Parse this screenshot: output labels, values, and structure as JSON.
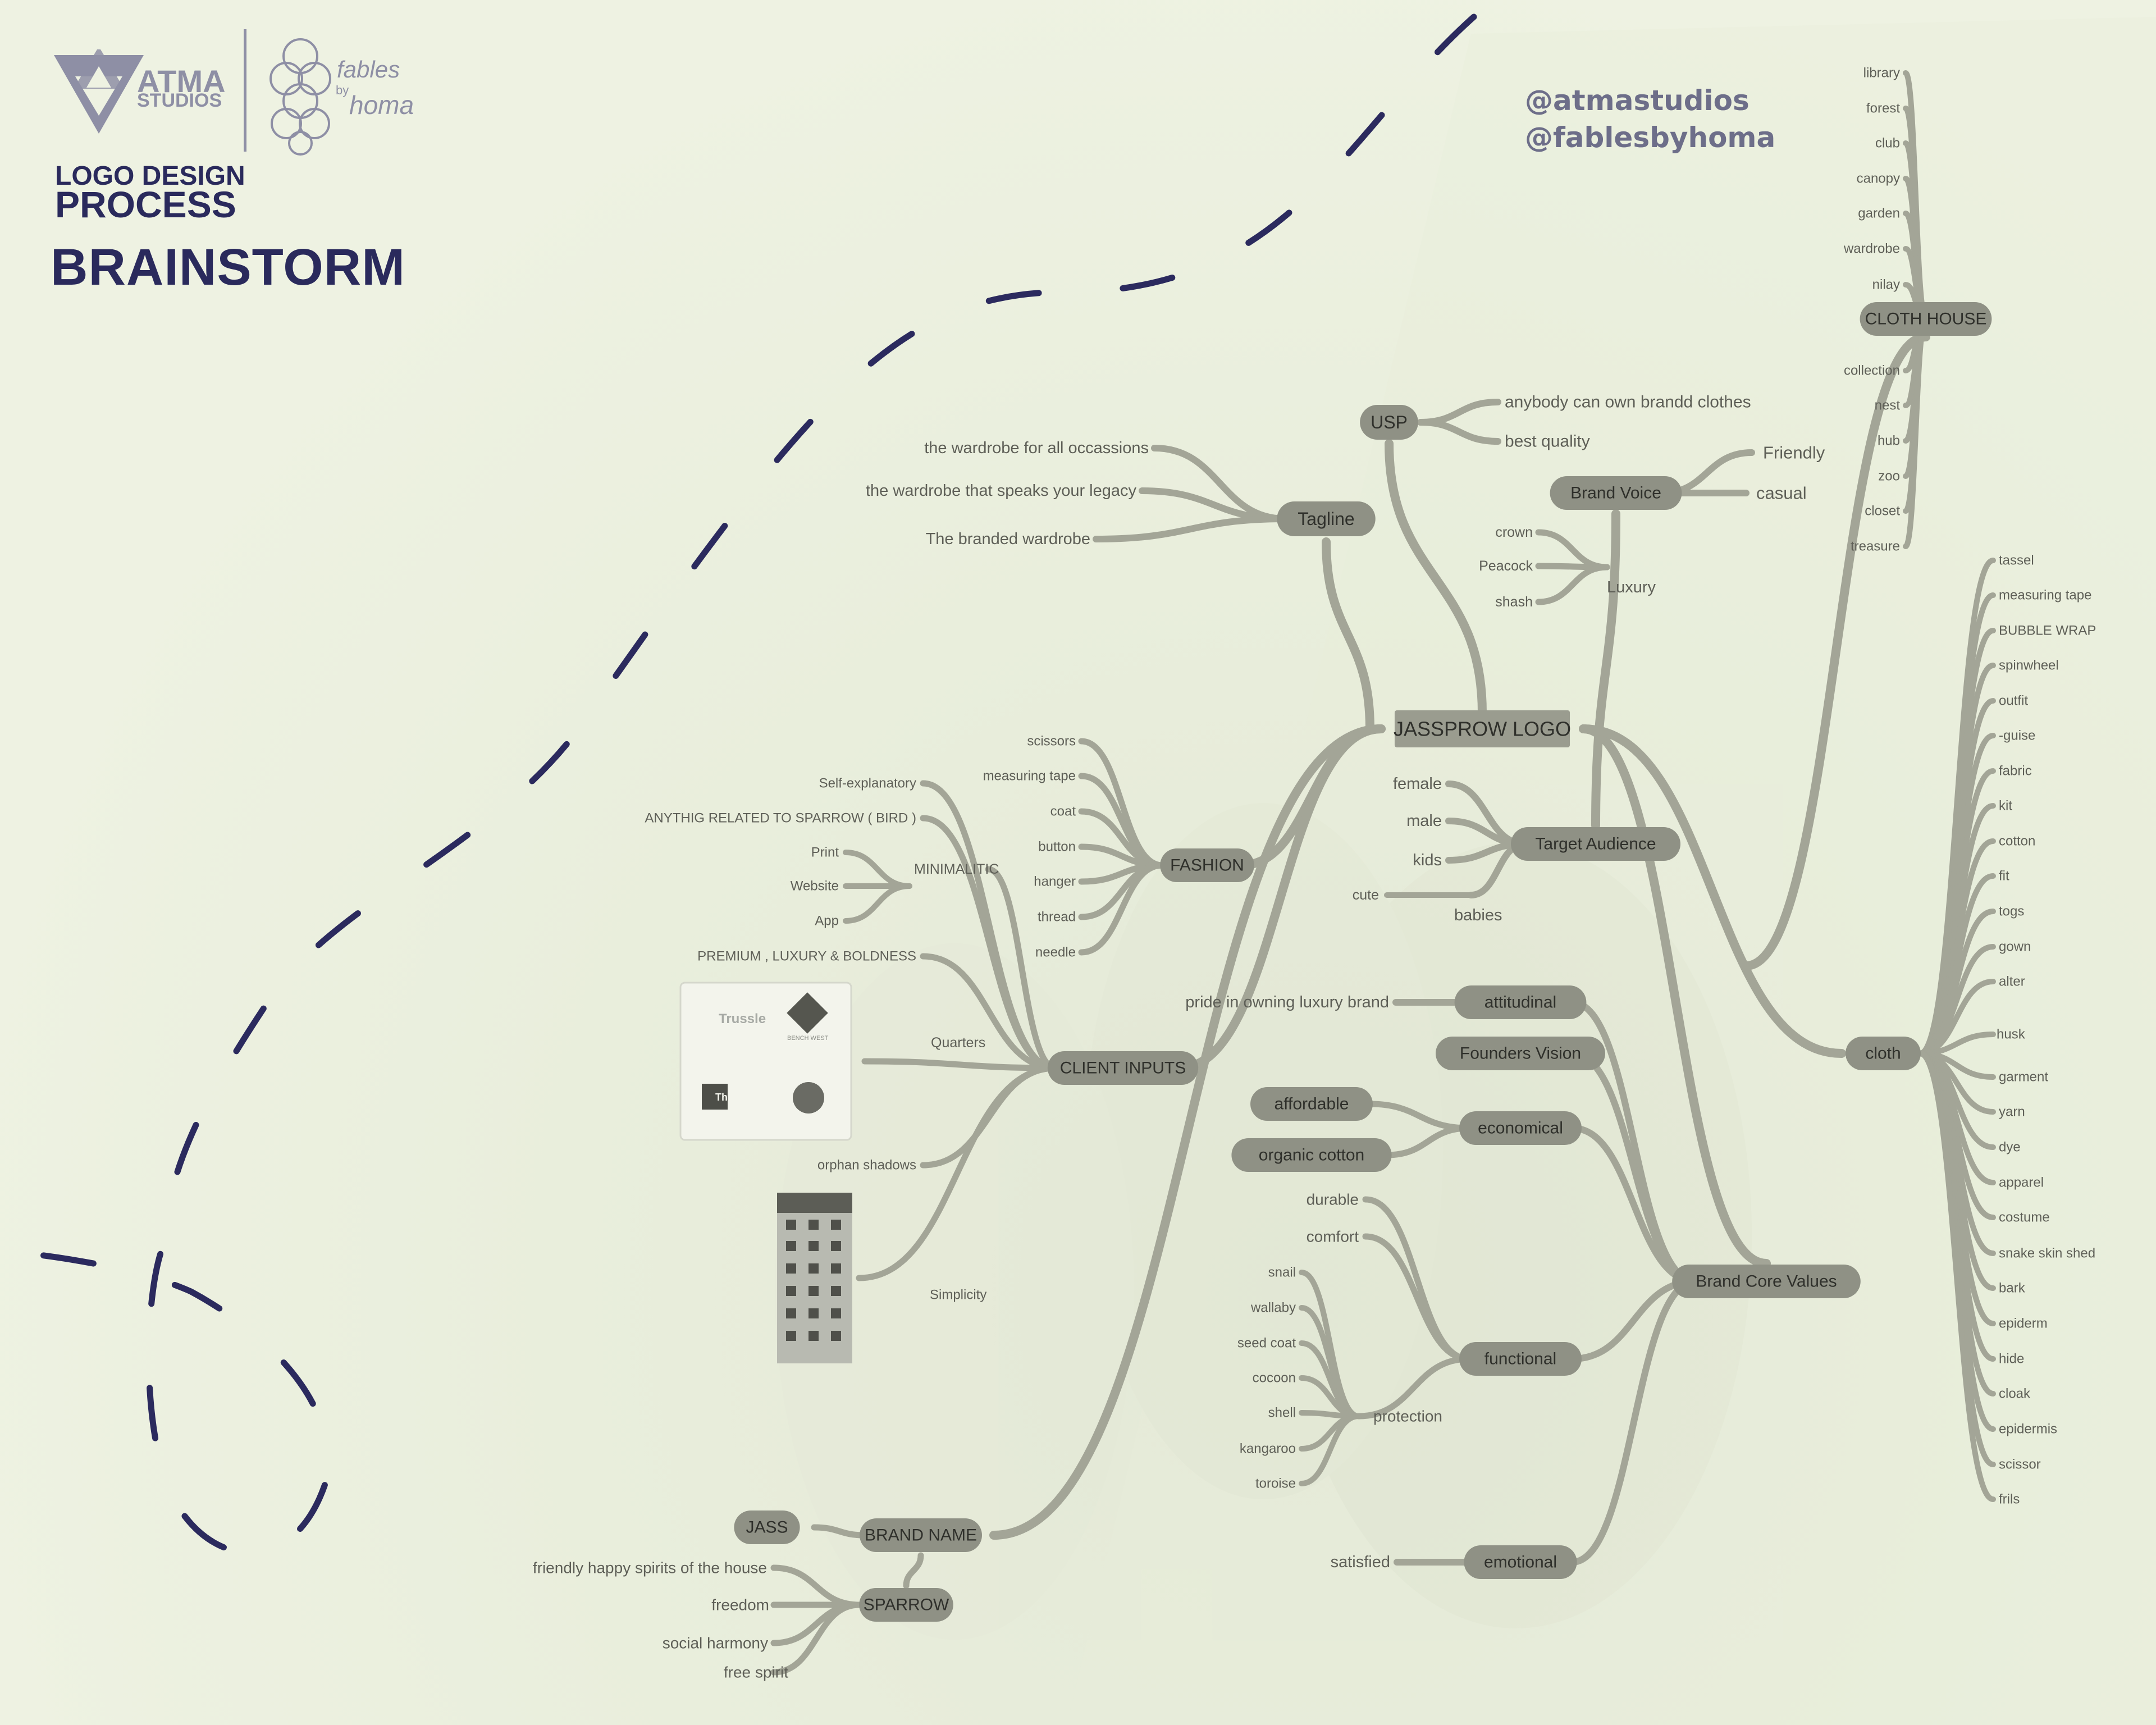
{
  "header": {
    "logo_line1": "ATMA",
    "logo_line2": "STUDIOS",
    "partner_line1": "fables",
    "partner_line2": "by",
    "partner_line3": "homa",
    "subtitle": "LOGO DESIGN",
    "subtitle2": "PROCESS",
    "title": "BRAINSTORM"
  },
  "handles": [
    "@atmastudios",
    "@fablesbyhoma"
  ],
  "colors": {
    "branch": "#a3a597",
    "pill": "#8f9185",
    "pill_text": "#2f302b",
    "label": "#5e5f57",
    "accent_dash": "#2b2a5e"
  },
  "nodes": [
    {
      "id": "root",
      "label": "JASSPROW LOGO",
      "kind": "box"
    },
    {
      "id": "usp",
      "label": "USP",
      "kind": "pill"
    },
    {
      "id": "usp1",
      "label": "anybody can own brandd clothes",
      "kind": "text"
    },
    {
      "id": "usp2",
      "label": "best quality",
      "kind": "text"
    },
    {
      "id": "tagline",
      "label": "Tagline",
      "kind": "pill"
    },
    {
      "id": "tag1",
      "label": "the wardrobe for all occassions",
      "kind": "text"
    },
    {
      "id": "tag2",
      "label": "the wardrobe that speaks your legacy",
      "kind": "text"
    },
    {
      "id": "tag3",
      "label": "The branded wardrobe",
      "kind": "text"
    },
    {
      "id": "voice",
      "label": "Brand Voice",
      "kind": "pill"
    },
    {
      "id": "voice1",
      "label": "Friendly",
      "kind": "text"
    },
    {
      "id": "voice2",
      "label": "casual",
      "kind": "text"
    },
    {
      "id": "luxury",
      "label": "Luxury",
      "kind": "text"
    },
    {
      "id": "lux1",
      "label": "crown",
      "kind": "text"
    },
    {
      "id": "lux2",
      "label": "Peacock",
      "kind": "text"
    },
    {
      "id": "lux3",
      "label": "shash",
      "kind": "text"
    },
    {
      "id": "audience",
      "label": "Target Audience",
      "kind": "pill"
    },
    {
      "id": "aud1",
      "label": "female",
      "kind": "text"
    },
    {
      "id": "aud2",
      "label": "male",
      "kind": "text"
    },
    {
      "id": "aud3",
      "label": "kids",
      "kind": "text"
    },
    {
      "id": "aud4",
      "label": "babies",
      "kind": "text"
    },
    {
      "id": "aud5",
      "label": "cute",
      "kind": "text"
    },
    {
      "id": "fashion",
      "label": "FASHION",
      "kind": "pill"
    },
    {
      "id": "f1",
      "label": "scissors",
      "kind": "text"
    },
    {
      "id": "f2",
      "label": "measuring tape",
      "kind": "text"
    },
    {
      "id": "f3",
      "label": "coat",
      "kind": "text"
    },
    {
      "id": "f4",
      "label": "button",
      "kind": "text"
    },
    {
      "id": "f5",
      "label": "hanger",
      "kind": "text"
    },
    {
      "id": "f6",
      "label": "thread",
      "kind": "text"
    },
    {
      "id": "f7",
      "label": "needle",
      "kind": "text"
    },
    {
      "id": "client",
      "label": "CLIENT INPUTS",
      "kind": "pill"
    },
    {
      "id": "c1",
      "label": "Self-explanatory",
      "kind": "text"
    },
    {
      "id": "c2",
      "label": "ANYTHIG RELATED TO SPARROW ( BIRD )",
      "kind": "text"
    },
    {
      "id": "c3",
      "label": "MINIMALITIC",
      "kind": "text"
    },
    {
      "id": "c3a",
      "label": "Print",
      "kind": "text"
    },
    {
      "id": "c3b",
      "label": "Website",
      "kind": "text"
    },
    {
      "id": "c3c",
      "label": "App",
      "kind": "text"
    },
    {
      "id": "c4",
      "label": "PREMIUM , LUXURY & BOLDNESS",
      "kind": "text"
    },
    {
      "id": "c5",
      "label": "Quarters",
      "kind": "text"
    },
    {
      "id": "c6",
      "label": "orphan shadows",
      "kind": "text"
    },
    {
      "id": "c7",
      "label": "Simplicity",
      "kind": "text"
    },
    {
      "id": "brandname",
      "label": "BRAND NAME",
      "kind": "pill"
    },
    {
      "id": "jass",
      "label": "JASS",
      "kind": "pill"
    },
    {
      "id": "sparrow",
      "label": "SPARROW",
      "kind": "pill"
    },
    {
      "id": "sp1",
      "label": "friendly happy spirits of the house",
      "kind": "text"
    },
    {
      "id": "sp2",
      "label": "freedom",
      "kind": "text"
    },
    {
      "id": "sp3",
      "label": "social harmony",
      "kind": "text"
    },
    {
      "id": "sp4",
      "label": "free spirit",
      "kind": "text"
    },
    {
      "id": "values",
      "label": "Brand Core Values",
      "kind": "pill"
    },
    {
      "id": "att",
      "label": "attitudinal",
      "kind": "pill"
    },
    {
      "id": "att1",
      "label": "pride in owning luxury brand",
      "kind": "text"
    },
    {
      "id": "founders",
      "label": "Founders Vision",
      "kind": "pill"
    },
    {
      "id": "eco",
      "label": "economical",
      "kind": "pill"
    },
    {
      "id": "eco1",
      "label": "affordable",
      "kind": "pill"
    },
    {
      "id": "eco2",
      "label": "organic cotton",
      "kind": "pill"
    },
    {
      "id": "func",
      "label": "functional",
      "kind": "pill"
    },
    {
      "id": "fn1",
      "label": "durable",
      "kind": "text"
    },
    {
      "id": "fn2",
      "label": "comfort",
      "kind": "text"
    },
    {
      "id": "prot",
      "label": "protection",
      "kind": "text"
    },
    {
      "id": "p1",
      "label": "snail",
      "kind": "text"
    },
    {
      "id": "p2",
      "label": "wallaby",
      "kind": "text"
    },
    {
      "id": "p3",
      "label": "seed coat",
      "kind": "text"
    },
    {
      "id": "p4",
      "label": "cocoon",
      "kind": "text"
    },
    {
      "id": "p5",
      "label": "shell",
      "kind": "text"
    },
    {
      "id": "p6",
      "label": "kangaroo",
      "kind": "text"
    },
    {
      "id": "p7",
      "label": "toroise",
      "kind": "text"
    },
    {
      "id": "emo",
      "label": "emotional",
      "kind": "pill"
    },
    {
      "id": "emo1",
      "label": "satisfied",
      "kind": "text"
    },
    {
      "id": "cloth",
      "label": "cloth",
      "kind": "pill"
    },
    {
      "id": "house",
      "label": "CLOTH HOUSE",
      "kind": "pill"
    },
    {
      "id": "h1",
      "label": "library",
      "kind": "text"
    },
    {
      "id": "h2",
      "label": "forest",
      "kind": "text"
    },
    {
      "id": "h3",
      "label": "club",
      "kind": "text"
    },
    {
      "id": "h4",
      "label": "canopy",
      "kind": "text"
    },
    {
      "id": "h5",
      "label": "garden",
      "kind": "text"
    },
    {
      "id": "h6",
      "label": "wardrobe",
      "kind": "text"
    },
    {
      "id": "h7",
      "label": "nilay",
      "kind": "text"
    },
    {
      "id": "h8",
      "label": "collection",
      "kind": "text"
    },
    {
      "id": "h9",
      "label": "nest",
      "kind": "text"
    },
    {
      "id": "h10",
      "label": "hub",
      "kind": "text"
    },
    {
      "id": "h11",
      "label": "zoo",
      "kind": "text"
    },
    {
      "id": "h12",
      "label": "closet",
      "kind": "text"
    },
    {
      "id": "h13",
      "label": "treasure",
      "kind": "text"
    },
    {
      "id": "w1",
      "label": "tassel",
      "kind": "text"
    },
    {
      "id": "w2",
      "label": "measuring tape",
      "kind": "text"
    },
    {
      "id": "w3",
      "label": "BUBBLE WRAP",
      "kind": "text"
    },
    {
      "id": "w4",
      "label": "spinwheel",
      "kind": "text"
    },
    {
      "id": "w5",
      "label": "outfit",
      "kind": "text"
    },
    {
      "id": "w6",
      "label": "-guise",
      "kind": "text"
    },
    {
      "id": "w7",
      "label": "fabric",
      "kind": "text"
    },
    {
      "id": "w8",
      "label": "kit",
      "kind": "text"
    },
    {
      "id": "w9",
      "label": "cotton",
      "kind": "text"
    },
    {
      "id": "w10",
      "label": "fit",
      "kind": "text"
    },
    {
      "id": "w11",
      "label": "togs",
      "kind": "text"
    },
    {
      "id": "w12",
      "label": "gown",
      "kind": "text"
    },
    {
      "id": "w13",
      "label": "alter",
      "kind": "text"
    },
    {
      "id": "w14",
      "label": "husk",
      "kind": "text"
    },
    {
      "id": "w15",
      "label": "garment",
      "kind": "text"
    },
    {
      "id": "w16",
      "label": "yarn",
      "kind": "text"
    },
    {
      "id": "w17",
      "label": "dye",
      "kind": "text"
    },
    {
      "id": "w18",
      "label": "apparel",
      "kind": "text"
    },
    {
      "id": "w19",
      "label": "costume",
      "kind": "text"
    },
    {
      "id": "w20",
      "label": "snake skin shed",
      "kind": "text"
    },
    {
      "id": "w21",
      "label": "bark",
      "kind": "text"
    },
    {
      "id": "w22",
      "label": "epiderm",
      "kind": "text"
    },
    {
      "id": "w23",
      "label": "hide",
      "kind": "text"
    },
    {
      "id": "w24",
      "label": "cloak",
      "kind": "text"
    },
    {
      "id": "w25",
      "label": "epidermis",
      "kind": "text"
    },
    {
      "id": "w26",
      "label": "scissor",
      "kind": "text"
    },
    {
      "id": "w27",
      "label": "frils",
      "kind": "text"
    }
  ],
  "references": {
    "board1": [
      "Trussle",
      "BENCH WEST",
      "Thetford"
    ]
  }
}
